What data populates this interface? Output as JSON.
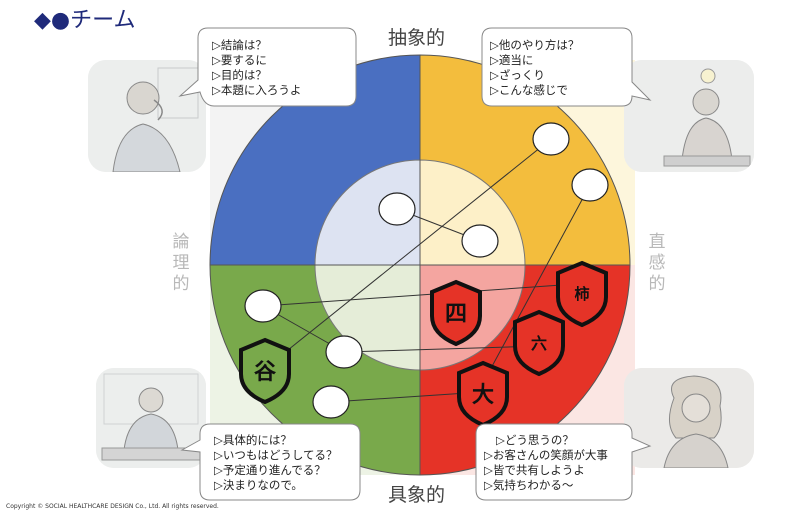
{
  "title": {
    "marks": "◆●",
    "text": "チーム"
  },
  "axes": {
    "top": "抽象的",
    "bottom": "具象的",
    "left": "論理的",
    "right": "直感的"
  },
  "quadrants": [
    {
      "id": "abstract-logical",
      "color": "#4a6fc1",
      "inner_color": "#dde3f2"
    },
    {
      "id": "abstract-intuitive",
      "color": "#f3bd3d",
      "inner_color": "#fdf0c8"
    },
    {
      "id": "concrete-intuitive",
      "color": "#e53327",
      "inner_color": "#f4a5a0"
    },
    {
      "id": "concrete-logical",
      "color": "#79a94b",
      "inner_color": "#e5edd8"
    }
  ],
  "bubbles": {
    "top_left": [
      "▷結論は？",
      "▷要するに",
      "▷目的は？",
      "▷本題に入ろうよ"
    ],
    "top_right": [
      "▷他のやり方は？",
      "▷適当に",
      "▷ざっくり",
      "▷こんな感じで"
    ],
    "bottom_left": [
      "▷具体的には？",
      "▷いつもはどうしてる？",
      "▷予定通り進んでる？",
      "▷決まりなので。"
    ],
    "bottom_right": [
      "▷どう思うの？",
      "▷お客さんの笑顔が大事",
      "▷皆で共有しようよ",
      "▷気持ちわかる～"
    ]
  },
  "badges": [
    {
      "id": "shi",
      "label": "四"
    },
    {
      "id": "kaki",
      "label": "柿"
    },
    {
      "id": "roku",
      "label": "六"
    },
    {
      "id": "dai",
      "label": "大"
    },
    {
      "id": "tani",
      "label": "谷"
    }
  ],
  "copyright": "Copyright © SOCIAL HEALTHCARE DESIGN Co., Ltd. All rights reserved."
}
